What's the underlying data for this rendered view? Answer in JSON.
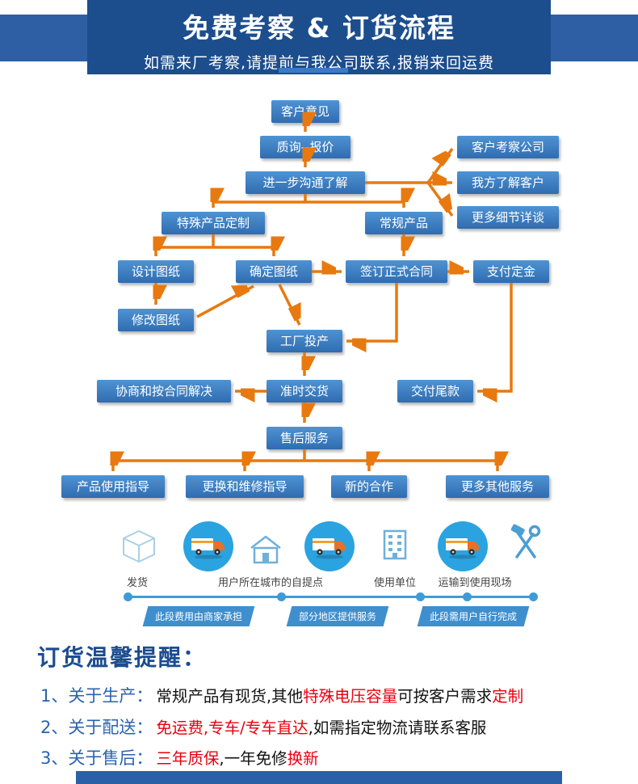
{
  "colors": {
    "header_bg": "#1c4e8e",
    "header_wing": "#2e5fa4",
    "box_blue_top": "#4f93d3",
    "box_blue_bottom": "#2f6cb0",
    "arrow_orange": "#e8790f",
    "timeline_blue": "#3f9bd8",
    "tag_blue": "#3f8fce",
    "heading_blue": "#1b4c8f",
    "item_blue": "#2b62b0",
    "reminder_red": "#e8000f",
    "footer_bar": "#2a61a6"
  },
  "header": {
    "title": "免费考察 & 订货流程",
    "subtitle": "如需来厂考察,请提前与我公司联系,报销来回运费"
  },
  "flowchart": {
    "nodes": {
      "feedback": "客户意见",
      "quote": "质询--报价",
      "comm": "进一步沟通了解",
      "visit": "客户考察公司",
      "know": "我方了解客户",
      "details": "更多细节详谈",
      "custom": "特殊产品定制",
      "regular": "常规产品",
      "design": "设计图纸",
      "confirm": "确定图纸",
      "contract": "签订正式合同",
      "deposit": "支付定金",
      "modify": "修改图纸",
      "produce": "工厂投产",
      "negotiate": "协商和按合同解决",
      "delivery": "准时交货",
      "balance": "交付尾款",
      "aftersale": "售后服务",
      "guide": "产品使用指导",
      "repair": "更换和维修指导",
      "newcoop": "新的合作",
      "moresvc": "更多其他服务"
    },
    "edges": [
      [
        "feedback",
        "quote"
      ],
      [
        "quote",
        "comm"
      ],
      [
        "comm",
        "visit"
      ],
      [
        "comm",
        "know"
      ],
      [
        "comm",
        "details"
      ],
      [
        "comm",
        "custom"
      ],
      [
        "comm",
        "regular"
      ],
      [
        "custom",
        "design"
      ],
      [
        "custom",
        "confirm"
      ],
      [
        "design",
        "modify"
      ],
      [
        "modify",
        "confirm"
      ],
      [
        "confirm",
        "contract"
      ],
      [
        "regular",
        "contract"
      ],
      [
        "contract",
        "deposit"
      ],
      [
        "deposit",
        "balance"
      ],
      [
        "contract",
        "produce"
      ],
      [
        "confirm",
        "produce"
      ],
      [
        "produce",
        "delivery"
      ],
      [
        "delivery",
        "negotiate"
      ],
      [
        "delivery",
        "aftersale"
      ],
      [
        "aftersale",
        "guide"
      ],
      [
        "aftersale",
        "repair"
      ],
      [
        "aftersale",
        "newcoop"
      ],
      [
        "aftersale",
        "moresvc"
      ]
    ]
  },
  "logistics": {
    "stops": [
      {
        "label": "发货"
      },
      {
        "label": "用户所在城市的自提点"
      },
      {
        "label": "使用单位"
      },
      {
        "label": "运输到使用现场"
      }
    ],
    "segments": [
      "此段费用由商家承担",
      "部分地区提供服务",
      "此段需用户自行完成"
    ]
  },
  "reminders": {
    "heading": "订货温馨提醒：",
    "items": [
      {
        "prefix": "1、关于生产：",
        "segments": [
          {
            "text": "常规产品有现货,其他",
            "color": "black"
          },
          {
            "text": "特殊电压容量",
            "color": "red"
          },
          {
            "text": "可按客户需求",
            "color": "black"
          },
          {
            "text": "定制",
            "color": "red"
          }
        ]
      },
      {
        "prefix": "2、关于配送：",
        "segments": [
          {
            "text": "免运费,专车/专车直达",
            "color": "red"
          },
          {
            "text": ",如需指定物流请联系客服",
            "color": "black"
          }
        ]
      },
      {
        "prefix": "3、关于售后：",
        "segments": [
          {
            "text": "三年质保",
            "color": "red"
          },
          {
            "text": ",一年免修",
            "color": "black"
          },
          {
            "text": "换新",
            "color": "red"
          }
        ]
      }
    ]
  }
}
